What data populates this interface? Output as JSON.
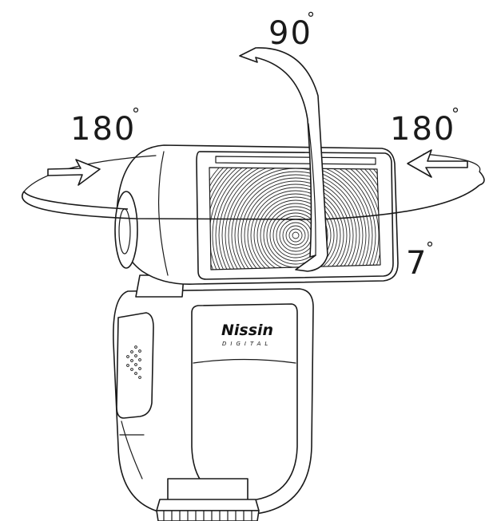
{
  "rotation_labels": {
    "vertical": {
      "value": "90",
      "unit": "°"
    },
    "horizontal_left": {
      "value": "180",
      "unit": "°"
    },
    "horizontal_right": {
      "value": "180",
      "unit": "°"
    },
    "down_tilt": {
      "value": "7",
      "unit": "°"
    }
  },
  "brand": {
    "name": "Nissin",
    "subline": "DIGITAL"
  },
  "colors": {
    "line": "#1a1a1a",
    "background": "#ffffff"
  },
  "icons": [
    "rotation-arrow-icon",
    "fresnel-lens-icon",
    "speaker-grille-icon"
  ]
}
